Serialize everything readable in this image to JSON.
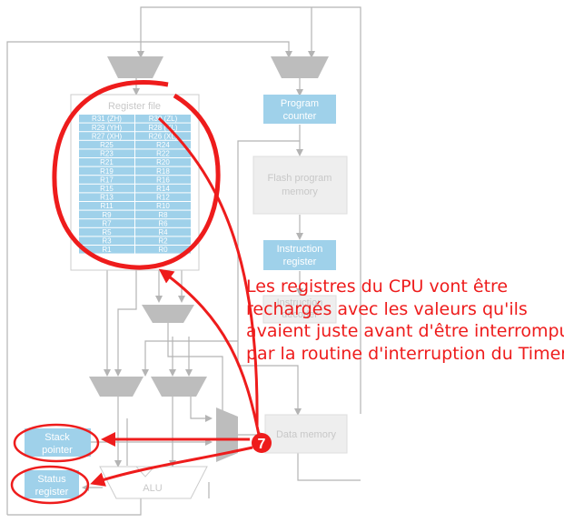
{
  "blocks": {
    "register_file": "Register file",
    "program_counter": [
      "Program",
      "counter"
    ],
    "flash_memory": [
      "Flash program",
      "memory"
    ],
    "instruction_register": [
      "Instruction",
      "register"
    ],
    "instruction_decoder": [
      "Instruction",
      "decoder"
    ],
    "data_memory": "Data memory",
    "stack_pointer": [
      "Stack",
      "pointer"
    ],
    "status_register": [
      "Status",
      "register"
    ],
    "alu": "ALU"
  },
  "registers": [
    [
      "R31 (ZH)",
      "R30 (ZL)"
    ],
    [
      "R29 (YH)",
      "R28 (YL)"
    ],
    [
      "R27 (XH)",
      "R26 (XL)"
    ],
    [
      "R25",
      "R24"
    ],
    [
      "R23",
      "R22"
    ],
    [
      "R21",
      "R20"
    ],
    [
      "R19",
      "R18"
    ],
    [
      "R17",
      "R16"
    ],
    [
      "R15",
      "R14"
    ],
    [
      "R13",
      "R12"
    ],
    [
      "R11",
      "R10"
    ],
    [
      "R9",
      "R8"
    ],
    [
      "R7",
      "R6"
    ],
    [
      "R5",
      "R4"
    ],
    [
      "R3",
      "R2"
    ],
    [
      "R1",
      "R0"
    ]
  ],
  "annotation": {
    "lines": [
      "Les registres du CPU vont être",
      "rechargés avec les valeurs qu'ils",
      "avaient juste avant d'être interrompu",
      "par la routine d'interruption du Timer"
    ],
    "step_number": "7"
  },
  "colors": {
    "block_blue": "#9fd1ea",
    "block_gray": "#eeeeee",
    "mux_gray": "#bdbdbd",
    "annotation_red": "#ee1c1c",
    "wire": "#b4b4b4"
  }
}
